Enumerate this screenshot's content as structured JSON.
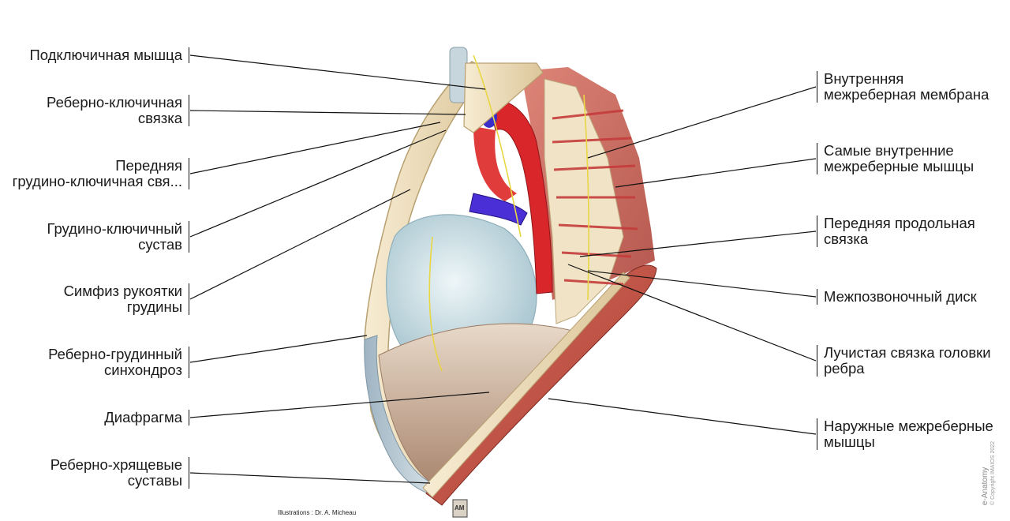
{
  "labels_left": [
    {
      "id": "subclavius",
      "lines": [
        "Подключичная мышца"
      ]
    },
    {
      "id": "costoclavicular",
      "lines": [
        "Реберно-ключичная",
        "связка"
      ]
    },
    {
      "id": "ant-sternoclavicular",
      "lines": [
        "Передняя",
        "грудино-ключичная свя..."
      ]
    },
    {
      "id": "sternoclavicular-joint",
      "lines": [
        "Грудино-ключичный",
        "сустав"
      ]
    },
    {
      "id": "manubriosternal",
      "lines": [
        "Симфиз рукоятки",
        "грудины"
      ]
    },
    {
      "id": "sternocostal",
      "lines": [
        "Реберно-грудинный",
        "синхондроз"
      ]
    },
    {
      "id": "diaphragm",
      "lines": [
        "Диафрагма"
      ]
    },
    {
      "id": "costoxiphoid",
      "lines": [
        "Реберно-хрящевые",
        "суставы"
      ]
    }
  ],
  "labels_right": [
    {
      "id": "int-intercostal-membrane",
      "lines": [
        "Внутренняя",
        "межреберная мембрана"
      ]
    },
    {
      "id": "innermost-intercostal",
      "lines": [
        "Самые внутренние",
        "межреберные мышцы"
      ]
    },
    {
      "id": "ant-longitudinal",
      "lines": [
        "Передняя продольная",
        "связка"
      ]
    },
    {
      "id": "intervertebral-disc",
      "lines": [
        "Межпозвоночный диск"
      ]
    },
    {
      "id": "radiate-ligament",
      "lines": [
        "Лучистая связка головки",
        "ребра"
      ]
    },
    {
      "id": "ext-intercostal",
      "lines": [
        "Наружные межреберные",
        "мышцы"
      ]
    }
  ],
  "credit": "Illustrations : Dr. A. Micheau",
  "brand": {
    "name": "e-Anatomy",
    "copyright": "© Copyright IMAIOS 2022"
  },
  "logo_text": "AM",
  "colors": {
    "bone": "#f1e2c1",
    "cartilage": "#b7c9d6",
    "muscle": "#c9574a",
    "artery": "#d8262b",
    "vein": "#3a2fc8",
    "nerve": "#e8d642",
    "heart": "#cfe2e8",
    "diaphragm": "#c9ad98"
  }
}
